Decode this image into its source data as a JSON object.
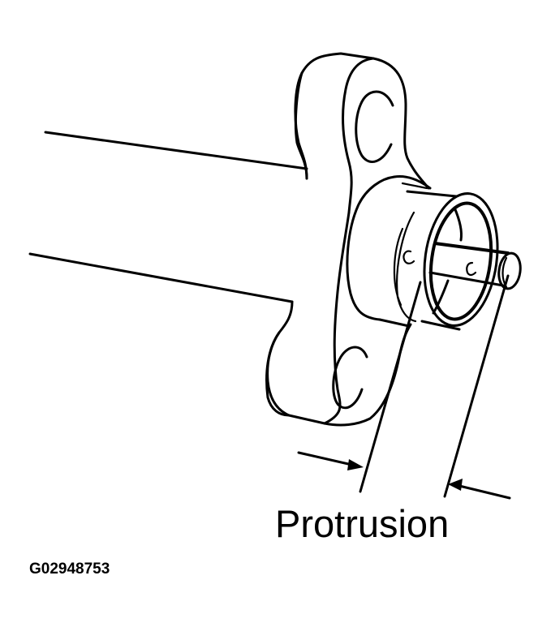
{
  "diagram": {
    "type": "technical-line-drawing",
    "subject": "flange bearing with protruding shaft",
    "callouts": [
      {
        "label": "Protrusion",
        "kind": "dimension",
        "description": "distance the shaft/bushing protrudes beyond the flange face, shown with two extension lines and inward-pointing arrows"
      }
    ],
    "figure_id": "G02948753",
    "colors": {
      "line": "#000000",
      "background": "#ffffff"
    }
  }
}
